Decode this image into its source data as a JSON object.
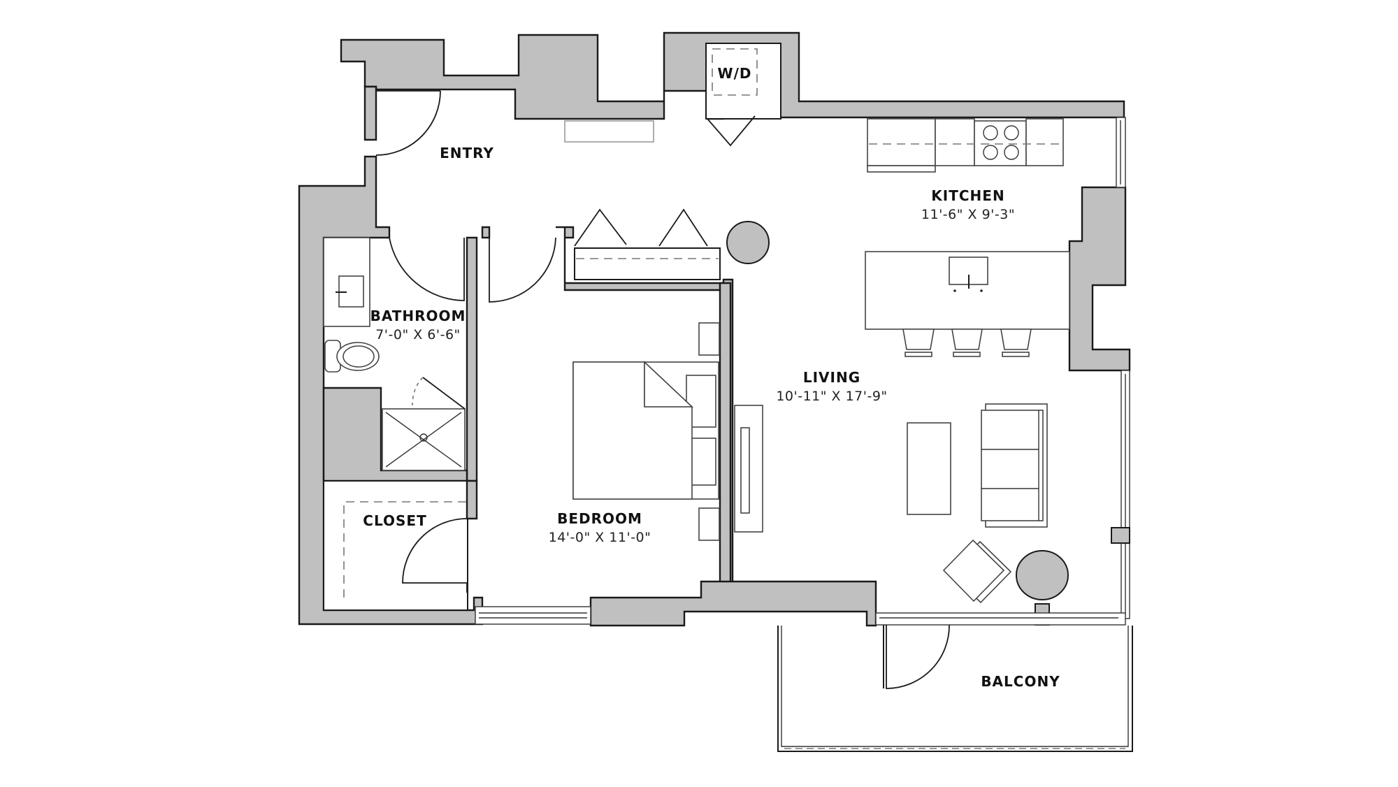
{
  "plan": {
    "type": "apartment floor plan",
    "unit_type": "1 bedroom",
    "colors": {
      "wall_fill": "#c0c0c0",
      "line": "#1a1a1a",
      "background": "#ffffff"
    }
  },
  "rooms": {
    "entry": {
      "name": "ENTRY"
    },
    "wd": {
      "name": "W/D"
    },
    "kitchen": {
      "name": "KITCHEN",
      "dimensions": "11'-6\" X 9'-3\""
    },
    "bathroom": {
      "name": "BATHROOM",
      "dimensions": "7'-0\" X 6'-6\""
    },
    "closet": {
      "name": "CLOSET"
    },
    "bedroom": {
      "name": "BEDROOM",
      "dimensions": "14'-0\" X 11'-0\""
    },
    "living": {
      "name": "LIVING",
      "dimensions": "10'-11\" X 17'-9\""
    },
    "balcony": {
      "name": "BALCONY"
    }
  }
}
